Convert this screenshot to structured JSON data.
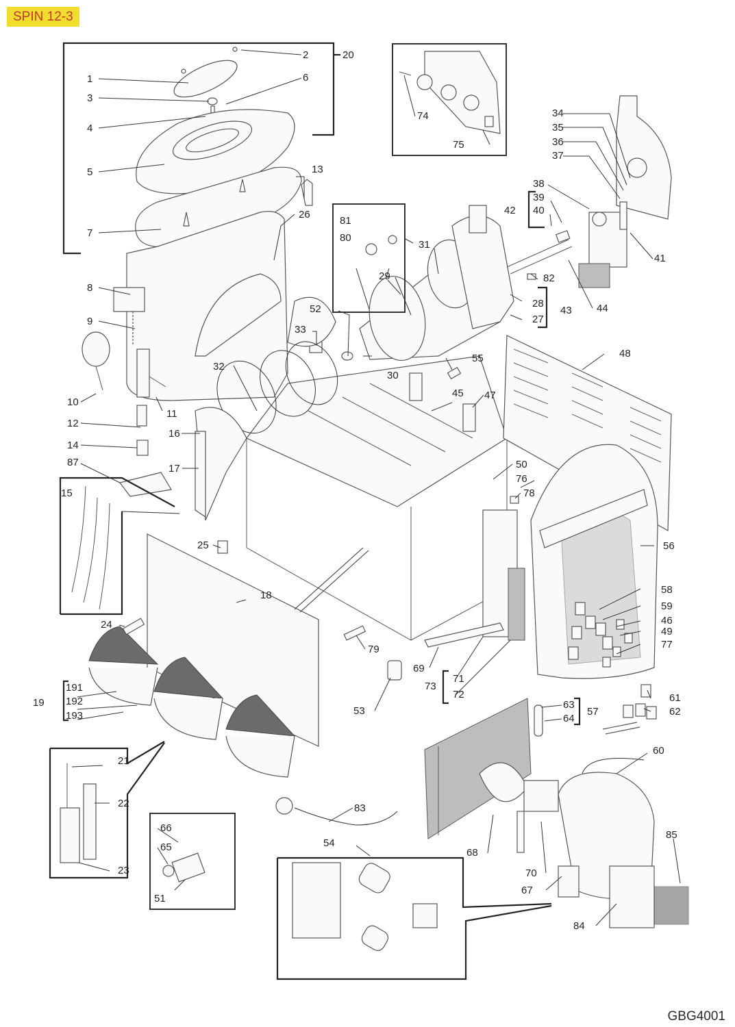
{
  "header": {
    "title": "SPIN 12-3"
  },
  "footer": {
    "code": "GBG4001"
  },
  "callouts": [
    {
      "id": "c1",
      "label": "1"
    },
    {
      "id": "c2",
      "label": "2"
    },
    {
      "id": "c3",
      "label": "3"
    },
    {
      "id": "c4",
      "label": "4"
    },
    {
      "id": "c5",
      "label": "5"
    },
    {
      "id": "c6",
      "label": "6"
    },
    {
      "id": "c7",
      "label": "7"
    },
    {
      "id": "c8",
      "label": "8"
    },
    {
      "id": "c9",
      "label": "9"
    },
    {
      "id": "c10",
      "label": "10"
    },
    {
      "id": "c11",
      "label": "11"
    },
    {
      "id": "c12",
      "label": "12"
    },
    {
      "id": "c13",
      "label": "13"
    },
    {
      "id": "c14",
      "label": "14"
    },
    {
      "id": "c15",
      "label": "15"
    },
    {
      "id": "c16",
      "label": "16"
    },
    {
      "id": "c17",
      "label": "17"
    },
    {
      "id": "c18",
      "label": "18"
    },
    {
      "id": "c19",
      "label": "19"
    },
    {
      "id": "c20",
      "label": "20"
    },
    {
      "id": "c21",
      "label": "21"
    },
    {
      "id": "c22",
      "label": "22"
    },
    {
      "id": "c23",
      "label": "23"
    },
    {
      "id": "c24",
      "label": "24"
    },
    {
      "id": "c25",
      "label": "25"
    },
    {
      "id": "c26",
      "label": "26"
    },
    {
      "id": "c27",
      "label": "27"
    },
    {
      "id": "c28",
      "label": "28"
    },
    {
      "id": "c29",
      "label": "29"
    },
    {
      "id": "c30",
      "label": "30"
    },
    {
      "id": "c31",
      "label": "31"
    },
    {
      "id": "c32",
      "label": "32"
    },
    {
      "id": "c33",
      "label": "33"
    },
    {
      "id": "c34",
      "label": "34"
    },
    {
      "id": "c35",
      "label": "35"
    },
    {
      "id": "c36",
      "label": "36"
    },
    {
      "id": "c37",
      "label": "37"
    },
    {
      "id": "c38",
      "label": "38"
    },
    {
      "id": "c39",
      "label": "39"
    },
    {
      "id": "c40",
      "label": "40"
    },
    {
      "id": "c41",
      "label": "41"
    },
    {
      "id": "c42",
      "label": "42"
    },
    {
      "id": "c43",
      "label": "43"
    },
    {
      "id": "c44",
      "label": "44"
    },
    {
      "id": "c45",
      "label": "45"
    },
    {
      "id": "c46",
      "label": "46"
    },
    {
      "id": "c47",
      "label": "47"
    },
    {
      "id": "c48",
      "label": "48"
    },
    {
      "id": "c49",
      "label": "49"
    },
    {
      "id": "c50",
      "label": "50"
    },
    {
      "id": "c51",
      "label": "51"
    },
    {
      "id": "c52",
      "label": "52"
    },
    {
      "id": "c53",
      "label": "53"
    },
    {
      "id": "c54",
      "label": "54"
    },
    {
      "id": "c55",
      "label": "55"
    },
    {
      "id": "c56",
      "label": "56"
    },
    {
      "id": "c57",
      "label": "57"
    },
    {
      "id": "c58",
      "label": "58"
    },
    {
      "id": "c59",
      "label": "59"
    },
    {
      "id": "c60",
      "label": "60"
    },
    {
      "id": "c61",
      "label": "61"
    },
    {
      "id": "c62",
      "label": "62"
    },
    {
      "id": "c63",
      "label": "63"
    },
    {
      "id": "c64",
      "label": "64"
    },
    {
      "id": "c65",
      "label": "65"
    },
    {
      "id": "c66",
      "label": "66"
    },
    {
      "id": "c67",
      "label": "67"
    },
    {
      "id": "c68",
      "label": "68"
    },
    {
      "id": "c69",
      "label": "69"
    },
    {
      "id": "c70",
      "label": "70"
    },
    {
      "id": "c71",
      "label": "71"
    },
    {
      "id": "c72",
      "label": "72"
    },
    {
      "id": "c73",
      "label": "73"
    },
    {
      "id": "c74",
      "label": "74"
    },
    {
      "id": "c75",
      "label": "75"
    },
    {
      "id": "c76",
      "label": "76"
    },
    {
      "id": "c77",
      "label": "77"
    },
    {
      "id": "c78",
      "label": "78"
    },
    {
      "id": "c79",
      "label": "79"
    },
    {
      "id": "c80",
      "label": "80"
    },
    {
      "id": "c81",
      "label": "81"
    },
    {
      "id": "c82",
      "label": "82"
    },
    {
      "id": "c83",
      "label": "83"
    },
    {
      "id": "c84",
      "label": "84"
    },
    {
      "id": "c85",
      "label": "85"
    },
    {
      "id": "c87",
      "label": "87"
    },
    {
      "id": "c191",
      "label": "191"
    },
    {
      "id": "c192",
      "label": "192"
    },
    {
      "id": "c193",
      "label": "193"
    }
  ],
  "groups": [
    {
      "label": "20",
      "members": [
        "1",
        "2",
        "3",
        "4",
        "5",
        "6",
        "7"
      ]
    },
    {
      "label": "42",
      "members": [
        "39",
        "40"
      ]
    },
    {
      "label": "43",
      "members": [
        "27",
        "28"
      ]
    },
    {
      "label": "19",
      "members": [
        "191",
        "192",
        "193"
      ]
    },
    {
      "label": "73",
      "members": [
        "71",
        "72"
      ]
    },
    {
      "label": "57",
      "members": [
        "63",
        "64"
      ]
    }
  ]
}
